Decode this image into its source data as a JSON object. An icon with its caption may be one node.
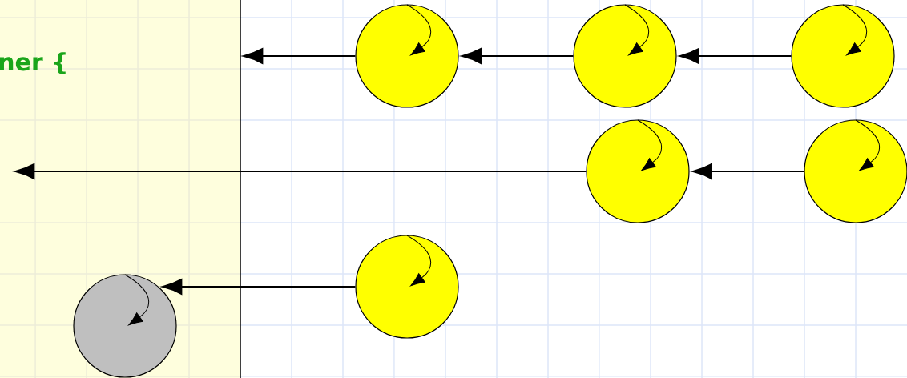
{
  "diagram": {
    "nodes": [
      {
        "text": [],
        "shape": "circle"
      },
      {
        "text": [],
        "shape": "circle"
      },
      {
        "text": [],
        "shape": "circle"
      },
      {
        "text": [],
        "shape": "circle"
      },
      {
        "text": [],
        "shape": "circle"
      },
      {
        "text": [],
        "shape": "circle"
      },
      {
        "text": [],
        "shape": "circle"
      }
    ],
    "edges": [
      {
        "from": 2,
        "to": 1,
        "arrow": "to"
      },
      {
        "from": 1,
        "to": 0,
        "arrow": "to"
      },
      {
        "from": 0,
        "to": null,
        "arrow": "to"
      },
      {
        "from": 4,
        "to": 3,
        "arrow": "to"
      },
      {
        "from": 3,
        "to": null,
        "arrow": "to"
      },
      {
        "from": 5,
        "to": 6,
        "arrow": "to"
      }
    ],
    "labels": [
      "ner {"
    ]
  }
}
